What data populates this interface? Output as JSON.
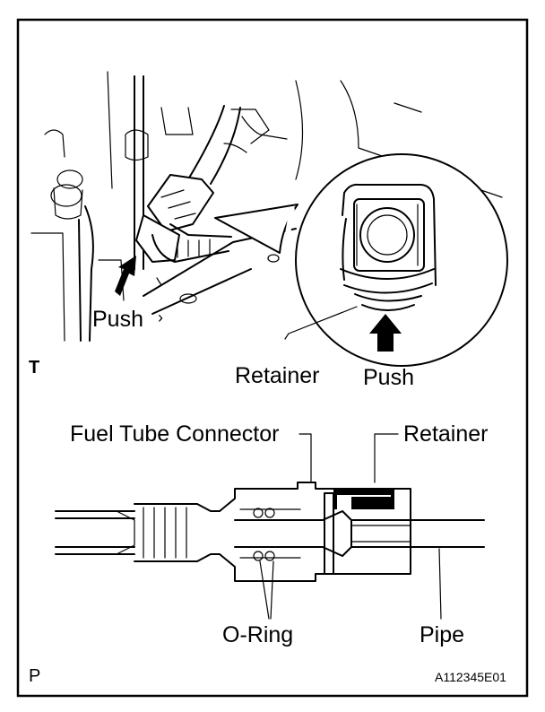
{
  "top_view": {
    "push_label_left": "Push",
    "push_label_right": "Push",
    "retainer_label": "Retainer",
    "view_code": "T"
  },
  "section_view": {
    "connector_label": "Fuel Tube Connector",
    "retainer_label": "Retainer",
    "oring_label": "O-Ring",
    "pipe_label": "Pipe",
    "view_code": "P"
  },
  "figure_id": "A112345E01"
}
